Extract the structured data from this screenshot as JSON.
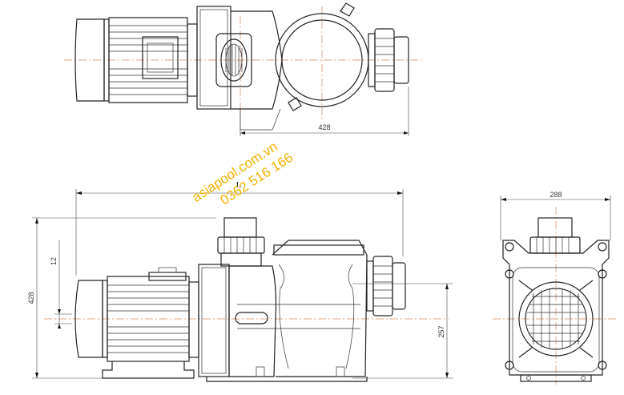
{
  "dimensions": {
    "top_view_length": "428",
    "overall_length_symbol": "L",
    "height": "428",
    "foot_height": "12",
    "axis_height": "257",
    "width": "288"
  },
  "watermark": {
    "line1": "asiapool.com.vn",
    "line2": "0362 516 166"
  },
  "colors": {
    "line": "#222222",
    "centerline": "#d98a5a",
    "watermark": "#f2b100"
  }
}
